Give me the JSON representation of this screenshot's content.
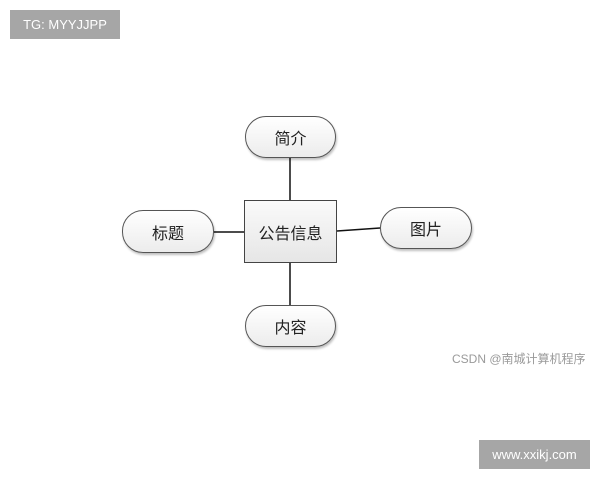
{
  "diagram": {
    "entity": "公告信息",
    "attributes": {
      "top": "简介",
      "left": "标题",
      "right": "图片",
      "bottom": "内容"
    }
  },
  "watermarks": {
    "top_left": "TG: MYYJJPP",
    "credit": "CSDN @南城计算机程序",
    "bottom_right": "www.xxikj.com"
  }
}
